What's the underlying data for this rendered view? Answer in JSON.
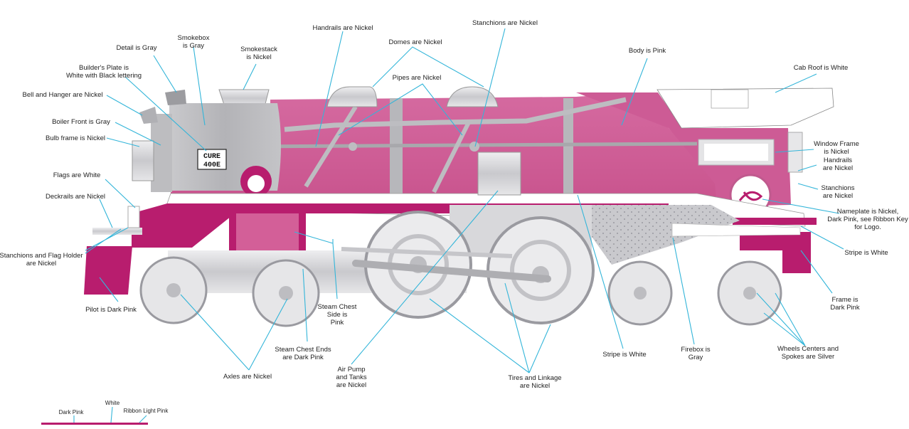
{
  "colors": {
    "body_pink": "#d35f98",
    "dark_pink": "#b81d6e",
    "nickel": "#d4d4d8",
    "gray": "#b8b8bc",
    "white": "#ffffff",
    "leader": "#33b5d9",
    "ribbon_light_pink": "#f0a8c8"
  },
  "plate": {
    "line1": "CURE",
    "line2": "400E"
  },
  "callouts": {
    "detail": "Detail is Gray",
    "smokebox": "Smokebox\nis Gray",
    "smokestack": "Smokestack\nis Nickel",
    "builders_plate": "Builder's Plate is\nWhite with Black lettering",
    "bell_hanger": "Bell and Hanger are Nickel",
    "boiler_front": "Boiler Front is Gray",
    "bulb_frame": "Bulb frame is Nickel",
    "flags": "Flags are White",
    "deckrails": "Deckrails are Nickel",
    "stanchions_flag": "Stanchions and Flag Holder\nare Nickel",
    "pilot": "Pilot is Dark Pink",
    "handrails": "Handrails are Nickel",
    "stanchions_top": "Stanchions are Nickel",
    "domes": "Domes are Nickel",
    "pipes": "Pipes are Nickel",
    "body": "Body is Pink",
    "cab_roof": "Cab Roof is White",
    "window_frame": "Window Frame\nis Nickel",
    "handrails_cab": "Handrails\nare Nickel",
    "stanchions_cab": "Stanchions\nare Nickel",
    "nameplate": "Nameplate is Nickel,\nDark Pink, see Ribbon Key\nfor Logo.",
    "stripe_right": "Stripe is White",
    "frame": "Frame is\nDark Pink",
    "steam_chest_side": "Steam Chest\nSide is\nPink",
    "steam_chest_ends": "Steam Chest Ends\nare Dark Pink",
    "axles": "Axles are Nickel",
    "air_pump": "Air Pump\nand Tanks\nare Nickel",
    "tires_linkage": "Tires and Linkage\nare Nickel",
    "stripe_bottom": "Stripe is White",
    "firebox": "Firebox is\nGray",
    "wheel_centers": "Wheels Centers and\nSpokes are Silver"
  },
  "ribbon_key": {
    "dark_pink": "Dark Pink",
    "white": "White",
    "ribbon_light_pink": "Ribbon Light Pink"
  }
}
